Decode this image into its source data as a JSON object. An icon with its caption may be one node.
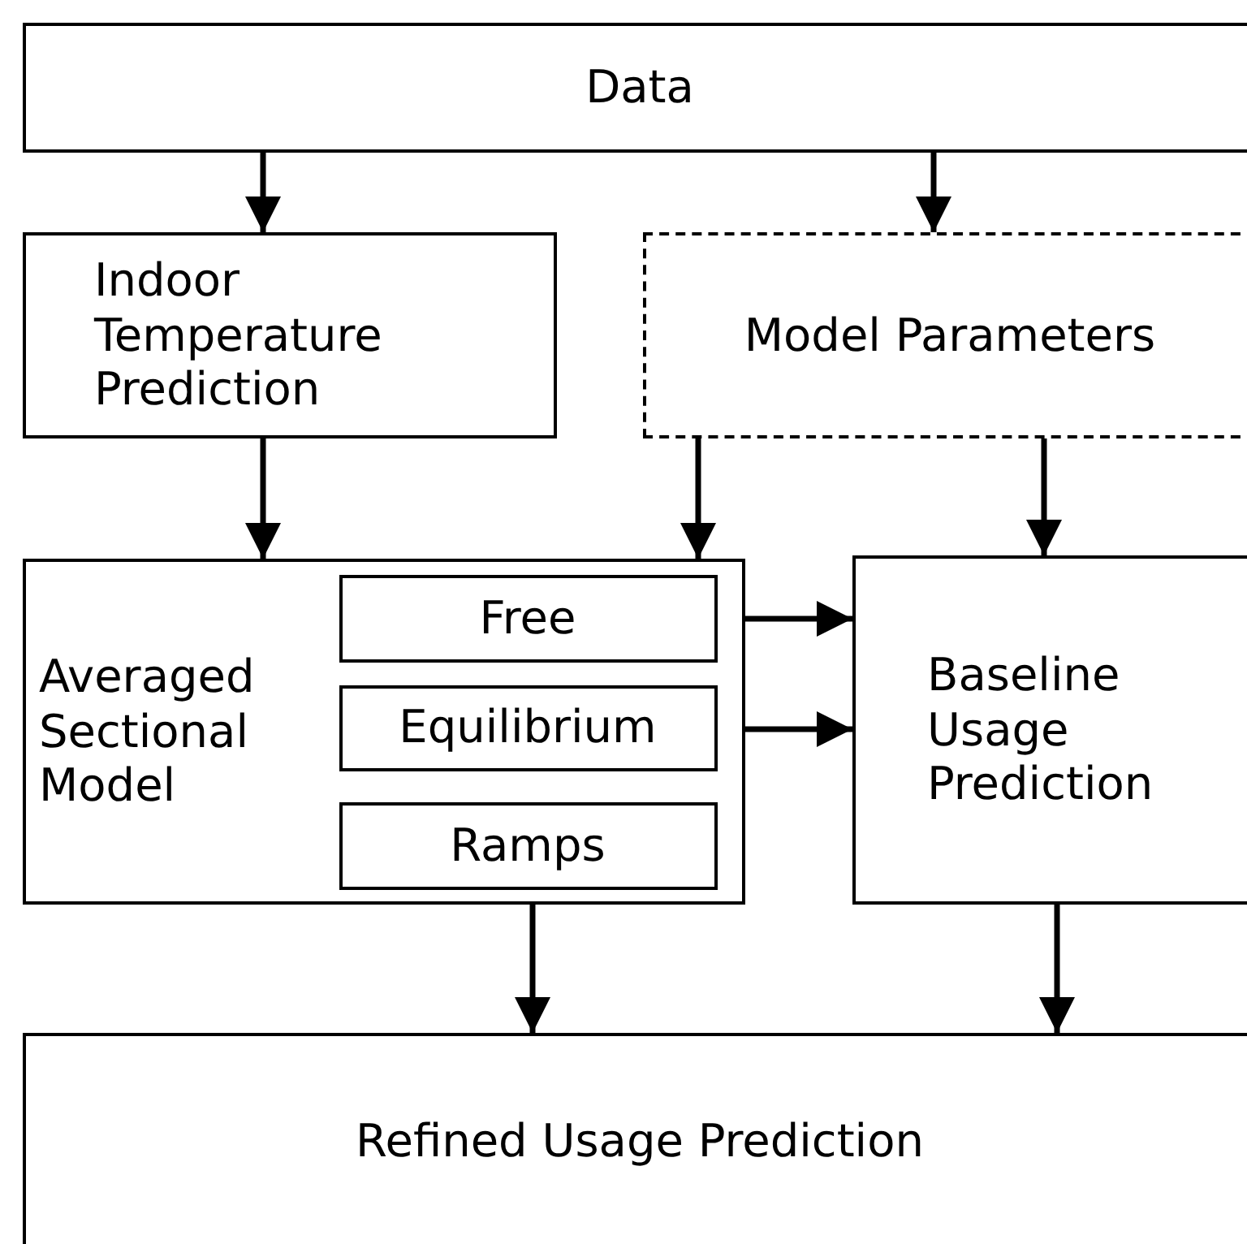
{
  "diagram": {
    "nodes": [
      {
        "text": [
          "Data"
        ]
      },
      {
        "text": [
          "Indoor Temperature Prediction"
        ]
      },
      {
        "text": [
          "Model Parameters"
        ]
      },
      {
        "text": [
          "Averaged Sectional Model"
        ]
      },
      {
        "text": [
          "Free"
        ],
        "in": 3
      },
      {
        "text": [
          "Equilibrium"
        ],
        "in": 3
      },
      {
        "text": [
          "Ramps"
        ],
        "in": 3
      },
      {
        "text": [
          "Baseline Usage Prediction"
        ]
      },
      {
        "text": [
          "Refined Usage Prediction"
        ]
      }
    ],
    "edges": [
      {
        "from": 0,
        "to": 1,
        "arrow": "to"
      },
      {
        "from": 0,
        "to": 2,
        "arrow": "to"
      },
      {
        "from": 1,
        "to": 3,
        "arrow": "to"
      },
      {
        "from": 2,
        "to": 3,
        "arrow": "to"
      },
      {
        "from": 2,
        "to": 7,
        "arrow": "to"
      },
      {
        "from": 4,
        "to": 7,
        "arrow": "to"
      },
      {
        "from": 5,
        "to": 7,
        "arrow": "to"
      },
      {
        "from": 6,
        "to": 8,
        "arrow": "to"
      },
      {
        "from": 7,
        "to": 8,
        "arrow": "to"
      }
    ]
  }
}
